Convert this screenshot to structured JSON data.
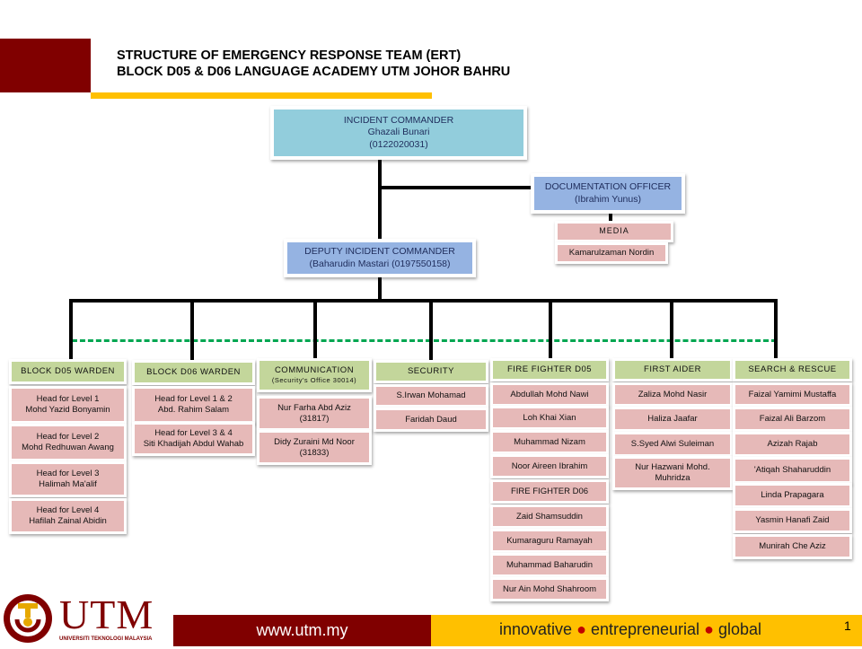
{
  "title": {
    "line1": "STRUCTURE OF EMERGENCY RESPONSE TEAM  (ERT)",
    "line2": "BLOCK D05 & D06 LANGUAGE ACADEMY UTM JOHOR BAHRU"
  },
  "incident_commander": {
    "role": "INCIDENT COMMANDER",
    "name": "Ghazali Bunari",
    "phone": "(0122020031)"
  },
  "documentation_officer": {
    "role": "DOCUMENTATION OFFICER",
    "name": "(Ibrahim Yunus)"
  },
  "media": {
    "role": "MEDIA",
    "name": "Kamarulzaman  Nordin"
  },
  "deputy": {
    "role": "DEPUTY INCIDENT COMMANDER",
    "name": "(Baharudin Mastari (0197550158)"
  },
  "columns": [
    {
      "header": "BLOCK D05 WARDEN",
      "items": [
        "Head for Level 1\nMohd Yazid  Bonyamin",
        "Head for Level 2\nMohd Redhuwan  Awang",
        "Head for Level 3\nHalimah Ma'alif",
        "Head for Level 4\nHafilah Zainal Abidin"
      ]
    },
    {
      "header": "BLOCK D06 WARDEN",
      "items": [
        "Head for Level 1 & 2\nAbd. Rahim  Salam",
        "Head for Level 3 & 4\nSiti Khadijah Abdul Wahab"
      ]
    },
    {
      "header": "COMMUNICATION\n(Security's Office 30014)",
      "items": [
        "Nur Farha Abd Aziz\n(31817)",
        "Didy Zuraini Md  Noor\n(31833)"
      ]
    },
    {
      "header": "SECURITY",
      "items": [
        "S.Irwan Mohamad",
        "Faridah  Daud"
      ]
    },
    {
      "header": "FIRE FIGHTER D05",
      "items": [
        "Abdullah Mohd  Nawi",
        "Loh Khai Xian",
        "Muhammad Nizam",
        "Noor Aireen  Ibrahim",
        "FIRE FIGHTER D06",
        "Zaid Shamsuddin",
        "Kumaraguru  Ramayah",
        "Muhammad Baharudin",
        "Nur Ain Mohd   Shahroom"
      ]
    },
    {
      "header": "FIRST AIDER",
      "items": [
        "Zaliza Mohd  Nasir",
        "Haliza Jaafar",
        "S.Syed Alwi Suleiman",
        "Nur Hazwani Mohd.\nMuhridza"
      ]
    },
    {
      "header": "SEARCH  & RESCUE",
      "items": [
        "Faizal Yamimi Mustaffa",
        "Faizal Ali  Barzom",
        "Azizah  Rajab",
        "'Atiqah Shaharuddin",
        "Linda Prapagara",
        "Yasmin Hanafi Zaid",
        "Munirah Che  Aziz"
      ]
    }
  ],
  "footer": {
    "logo_text": "UTM",
    "logo_subtext": "UNIVERSITI TEKNOLOGI MALAYSIA",
    "url": "www.utm.my",
    "tag1": "innovative",
    "tag2": "entrepreneurial",
    "tag3": "global",
    "page_number": "1"
  },
  "colors": {
    "maroon": "#800000",
    "gold": "#ffc000",
    "green": "#c3d69b",
    "pink": "#e6b9b8",
    "blue": "#95b3e2",
    "cyan": "#92cddc",
    "dash": "#00a651"
  }
}
